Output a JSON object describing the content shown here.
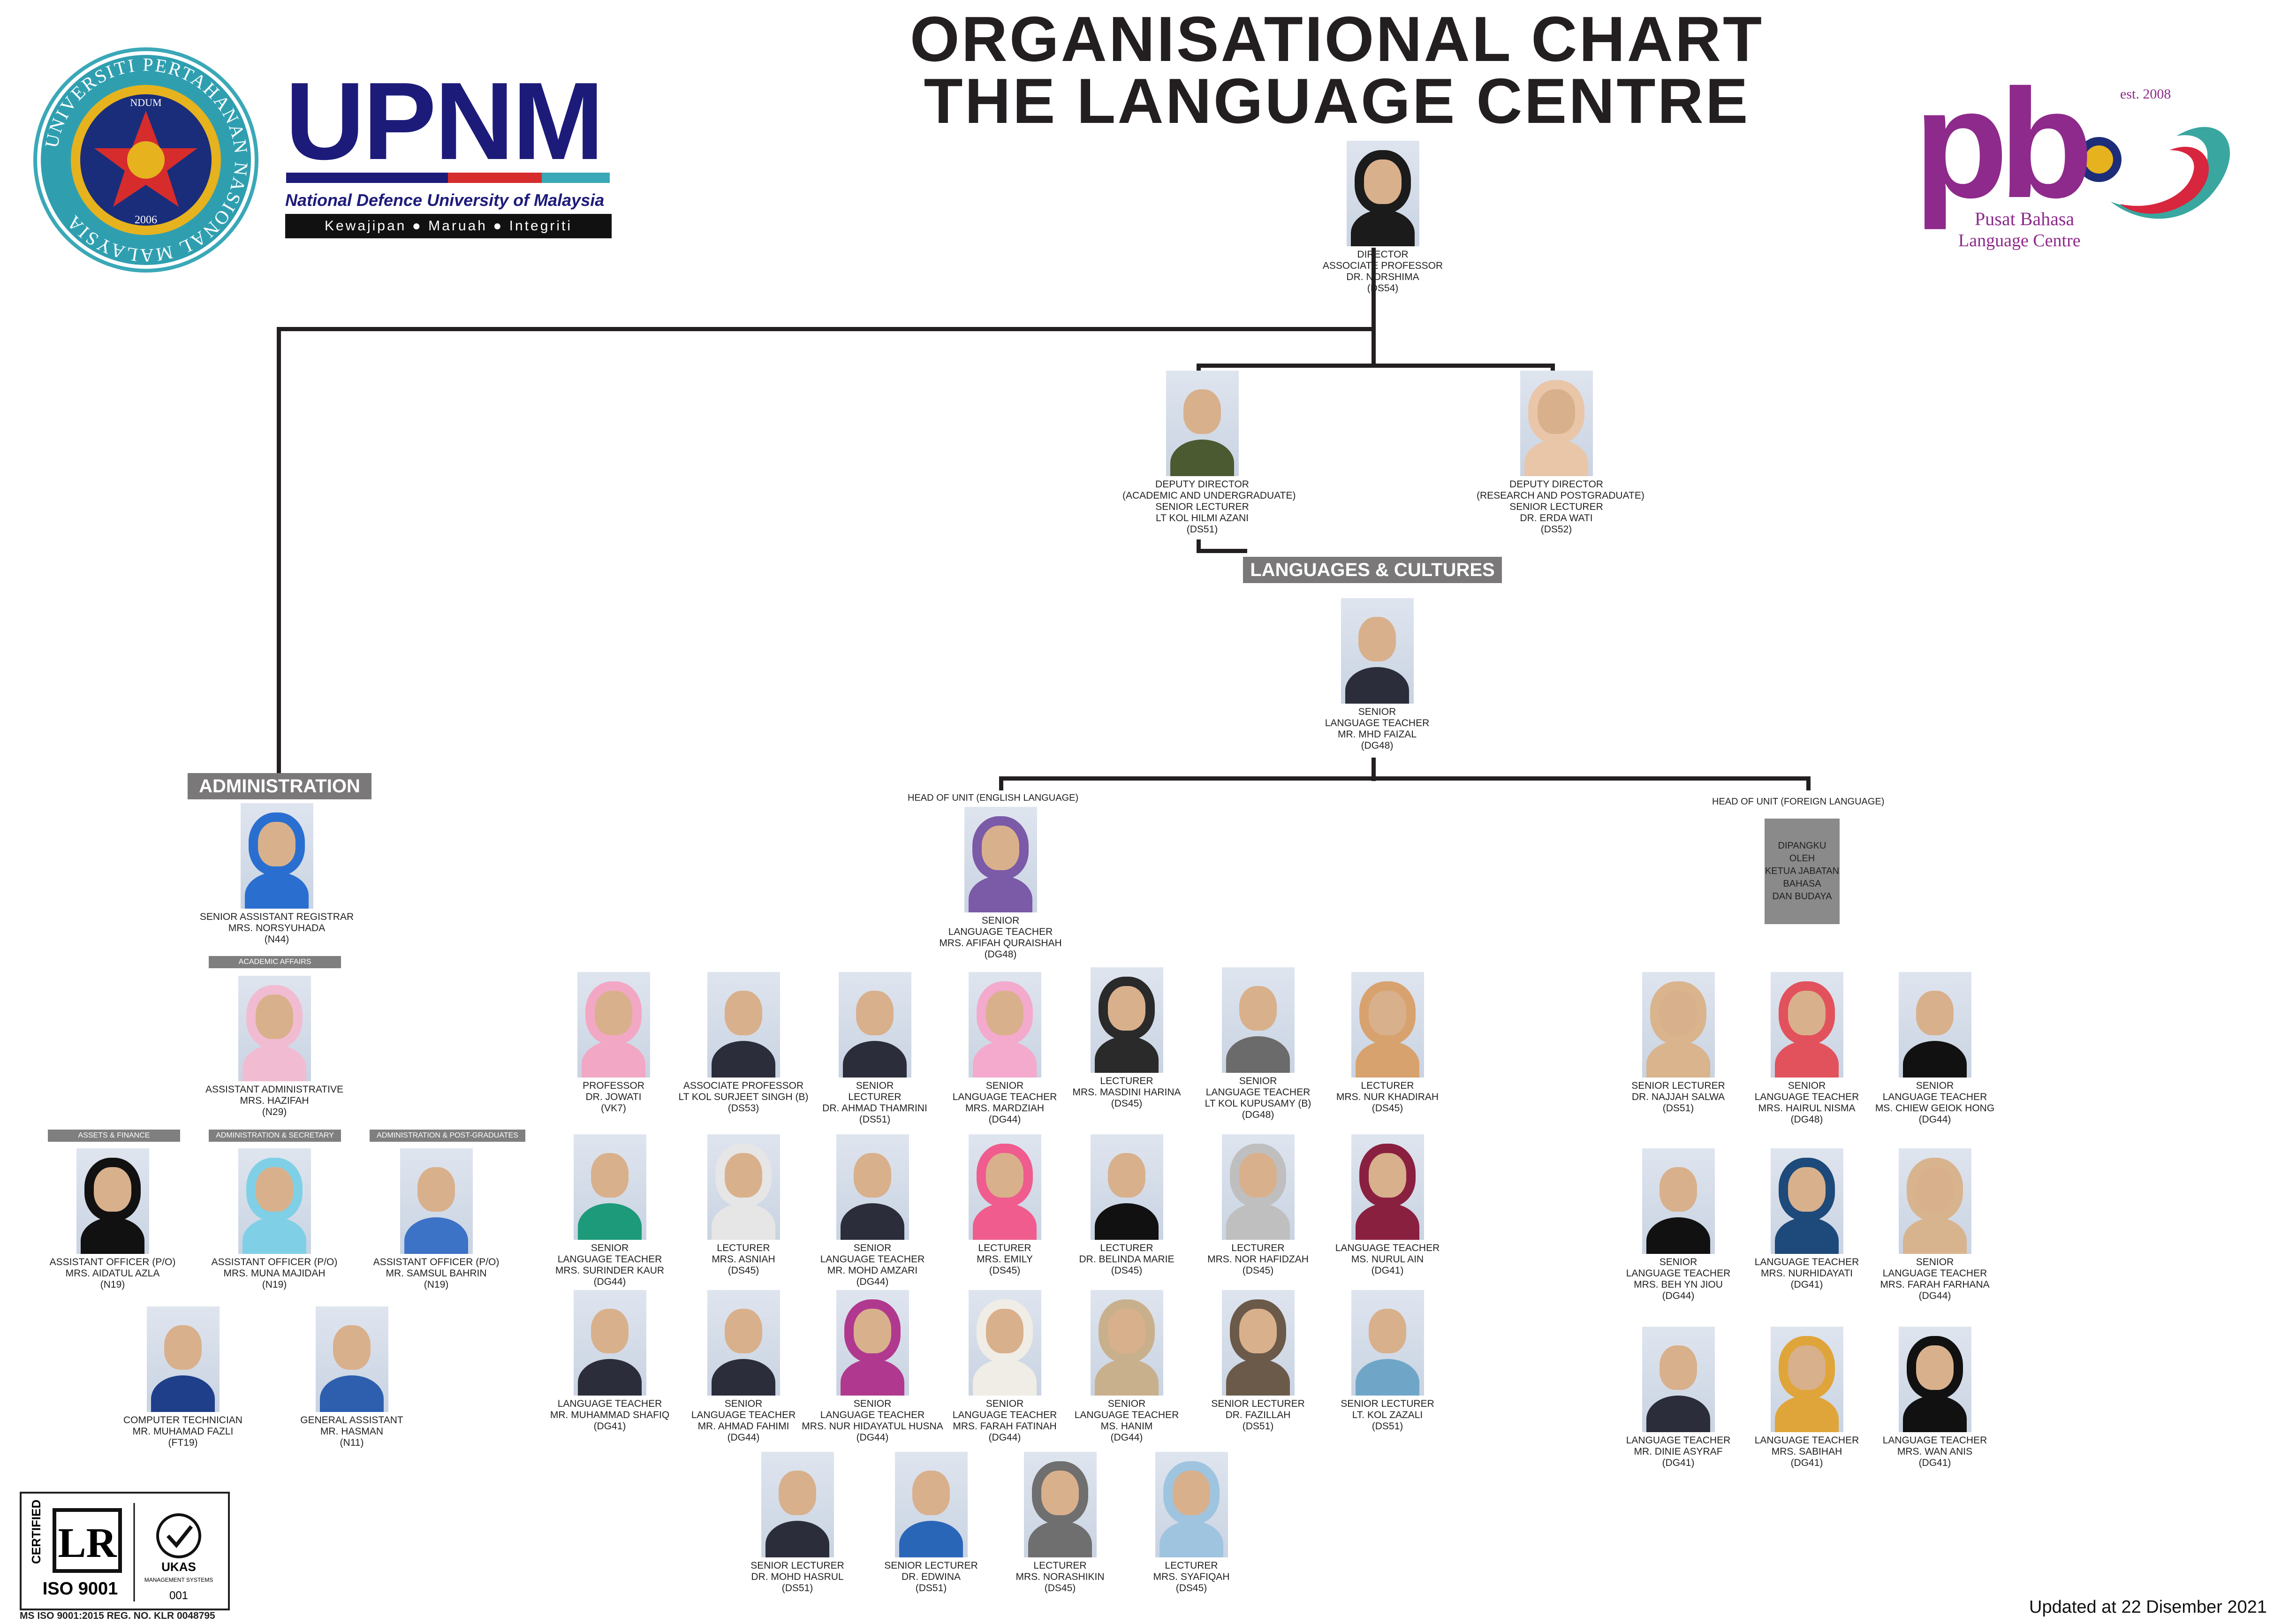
{
  "header": {
    "title_line1": "ORGANISATIONAL CHART",
    "title_line2": "THE LANGUAGE CENTRE"
  },
  "logos": {
    "upnm_seal_text": "UNIVERSITI PERTAHANAN NASIONAL MALAYSIA",
    "upnm_seal_badge": "NDUM",
    "upnm_seal_year": "2006",
    "upnm_wordmark": "UPNM",
    "upnm_subtitle": "National Defence University of Malaysia",
    "upnm_motto": "Kewajipan ● Maruah ● Integriti",
    "pb_wordmark": "pb",
    "pb_est": "est. 2008",
    "pb_line1": "Pusat Bahasa",
    "pb_line2": "Language Centre",
    "iso_certified": "CERTIFIED",
    "iso_lr": "LR",
    "iso_label": "ISO 9001",
    "ukas_label": "UKAS",
    "ukas_sub": "MANAGEMENT SYSTEMS",
    "ukas_num": "001",
    "iso_reg": "MS ISO 9001:2015 REG. NO. KLR 0048795"
  },
  "sections": {
    "administration": "ADMINISTRATION",
    "languages": "LANGUAGES & CULTURES",
    "academic_affairs": "ACADEMIC AFFAIRS",
    "assets_finance": "ASSETS & FINANCE",
    "admin_secretary": "ADMINISTRATION & SECRETARY",
    "admin_postgrad": "ADMINISTRATION & POST-GRADUATES",
    "head_english": "HEAD OF UNIT (ENGLISH LANGUAGE)",
    "head_foreign": "HEAD OF UNIT (FOREIGN LANGUAGE)",
    "vacant": [
      "DIPANGKU OLEH",
      "KETUA JABATAN",
      "BAHASA",
      "DAN BUDAYA"
    ]
  },
  "colors": {
    "line": "#231f20",
    "section_bar": "#7a7878",
    "upnm_blue": "#1d1b7a",
    "pb_purple": "#8e2a8b",
    "pb_teal": "#3aa6a0",
    "pb_red": "#d7263d"
  },
  "people": [
    {
      "id": "director",
      "lines": [
        "DIRECTOR",
        "ASSOCIATE PROFESSOR",
        "DR. NORSHIMA",
        "(DS54)"
      ],
      "hijab": "#1b1b1b"
    },
    {
      "id": "deputy_academic",
      "lines": [
        "DEPUTY DIRECTOR",
        "(ACADEMIC AND UNDERGRADUATE)",
        "SENIOR LECTURER",
        "LT KOL HILMI AZANI",
        "(DS51)"
      ],
      "body": "#4c5a32"
    },
    {
      "id": "deputy_research",
      "lines": [
        "DEPUTY DIRECTOR",
        "(RESEARCH AND POSTGRADUATE)",
        "SENIOR LECTURER",
        "DR. ERDA WATI",
        "(DS52)"
      ],
      "hijab": "#e9c6a8"
    },
    {
      "id": "lc_head",
      "lines": [
        "SENIOR",
        "LANGUAGE TEACHER",
        "MR. MHD FAIZAL",
        "(DG48)"
      ]
    },
    {
      "id": "admin_head",
      "lines": [
        "SENIOR ASSISTANT REGISTRAR",
        "MRS. NORSYUHADA",
        "(N44)"
      ],
      "hijab": "#2a6fd0"
    },
    {
      "id": "academic_affairs",
      "lines": [
        "ASSISTANT ADMINISTRATIVE",
        "MRS. HAZIFAH",
        "(N29)"
      ],
      "hijab": "#f1bcd2"
    },
    {
      "id": "assets",
      "lines": [
        "ASSISTANT OFFICER (P/O)",
        "MRS. AIDATUL AZLA",
        "(N19)"
      ],
      "hijab": "#111111"
    },
    {
      "id": "secretary",
      "lines": [
        "ASSISTANT OFFICER (P/O)",
        "MRS. MUNA MAJIDAH",
        "(N19)"
      ],
      "hijab": "#7fd0e6"
    },
    {
      "id": "postgrad",
      "lines": [
        "ASSISTANT OFFICER (P/O)",
        "MR. SAMSUL BAHRIN",
        "(N19)"
      ],
      "body": "#3d73c7"
    },
    {
      "id": "technician",
      "lines": [
        "COMPUTER TECHNICIAN",
        "MR. MUHAMAD FAZLI",
        "(FT19)"
      ],
      "body": "#1f3f8a"
    },
    {
      "id": "general",
      "lines": [
        "GENERAL ASSISTANT",
        "MR. HASMAN",
        "(N11)"
      ],
      "body": "#2d5fae"
    },
    {
      "id": "head_english",
      "lines": [
        "SENIOR",
        "LANGUAGE TEACHER",
        "MRS. AFIFAH QURAISHAH",
        "(DG48)"
      ],
      "hijab": "#7b5aa8"
    },
    {
      "id": "e1",
      "lines": [
        "PROFESSOR",
        "DR. JOWATI",
        "(VK7)"
      ],
      "hijab": "#f2a7c4"
    },
    {
      "id": "e2",
      "lines": [
        "ASSOCIATE PROFESSOR",
        "LT KOL SURJEET SINGH (B)",
        "(DS53)"
      ]
    },
    {
      "id": "e3",
      "lines": [
        "SENIOR",
        "LECTURER",
        "DR. AHMAD THAMRINI",
        "(DS51)"
      ]
    },
    {
      "id": "e4",
      "lines": [
        "SENIOR",
        "LANGUAGE TEACHER",
        "MRS. MARDZIAH",
        "(DG44)"
      ],
      "hijab": "#f3aacd"
    },
    {
      "id": "e5",
      "lines": [
        "LECTURER",
        "MRS. MASDINI HARINA",
        "(DS45)"
      ],
      "hijab": "#2a2a2a"
    },
    {
      "id": "e6",
      "lines": [
        "SENIOR",
        "LANGUAGE TEACHER",
        "LT KOL KUPUSAMY (B)",
        "(DG48)"
      ],
      "body": "#6b6b6b"
    },
    {
      "id": "e7",
      "lines": [
        "LECTURER",
        "MRS. NUR KHADIRAH",
        "(DS45)"
      ],
      "hijab": "#d8a26e"
    },
    {
      "id": "e8",
      "lines": [
        "SENIOR",
        "LANGUAGE TEACHER",
        "MRS. SURINDER KAUR",
        "(DG44)"
      ],
      "body": "#1d9a7a"
    },
    {
      "id": "e9",
      "lines": [
        "LECTURER",
        "MRS. ASNIAH",
        "(DS45)"
      ],
      "hijab": "#e6e6e6"
    },
    {
      "id": "e10",
      "lines": [
        "SENIOR",
        "LANGUAGE TEACHER",
        "MR. MOHD AMZARI",
        "(DG44)"
      ]
    },
    {
      "id": "e11",
      "lines": [
        "LECTURER",
        "MRS. EMILY",
        "(DS45)"
      ],
      "hijab": "#ef5c8d"
    },
    {
      "id": "e12",
      "lines": [
        "LECTURER",
        "DR. BELINDA MARIE",
        "(DS45)"
      ],
      "body": "#111111"
    },
    {
      "id": "e13",
      "lines": [
        "LECTURER",
        "MRS. NOR HAFIDZAH",
        "(DS45)"
      ],
      "hijab": "#bfbfbf"
    },
    {
      "id": "e14",
      "lines": [
        "LANGUAGE TEACHER",
        "MS. NURUL AIN",
        "(DG41)"
      ],
      "hijab": "#8a2040"
    },
    {
      "id": "e15",
      "lines": [
        "LANGUAGE TEACHER",
        "MR. MUHAMMAD SHAFIQ",
        "(DG41)"
      ]
    },
    {
      "id": "e16",
      "lines": [
        "SENIOR",
        "LANGUAGE TEACHER",
        "MR. AHMAD FAHIMI",
        "(DG44)"
      ]
    },
    {
      "id": "e17",
      "lines": [
        "SENIOR",
        "LANGUAGE TEACHER",
        "MRS. NUR HIDAYATUL HUSNA",
        "(DG44)"
      ],
      "hijab": "#b0398f"
    },
    {
      "id": "e18",
      "lines": [
        "SENIOR",
        "LANGUAGE TEACHER",
        "MRS. FARAH FATINAH",
        "(DG44)"
      ],
      "hijab": "#f0ede6"
    },
    {
      "id": "e19",
      "lines": [
        "SENIOR",
        "LANGUAGE TEACHER",
        "MS. HANIM",
        "(DG44)"
      ],
      "hijab": "#c9b08c"
    },
    {
      "id": "e20",
      "lines": [
        "SENIOR LECTURER",
        "DR. FAZILLAH",
        "(DS51)"
      ],
      "hijab": "#6b5a4a"
    },
    {
      "id": "e21",
      "lines": [
        "SENIOR LECTURER",
        "LT. KOL ZAZALI",
        "(DS51)"
      ],
      "body": "#6fa6c8"
    },
    {
      "id": "e22",
      "lines": [
        "SENIOR LECTURER",
        "DR. MOHD HASRUL",
        "(DS51)"
      ]
    },
    {
      "id": "e23",
      "lines": [
        "SENIOR LECTURER",
        "DR. EDWINA",
        "(DS51)"
      ],
      "body": "#2a66b8"
    },
    {
      "id": "e24",
      "lines": [
        "LECTURER",
        "MRS. NORASHIKIN",
        "(DS45)"
      ],
      "hijab": "#6f6f6f"
    },
    {
      "id": "e25",
      "lines": [
        "LECTURER",
        "MRS. SYAFIQAH",
        "(DS45)"
      ],
      "hijab": "#9fc4e0"
    },
    {
      "id": "f1",
      "lines": [
        "SENIOR LECTURER",
        "DR. NAJJAH SALWA",
        "(DS51)"
      ],
      "hijab": "#d9b48c"
    },
    {
      "id": "f2",
      "lines": [
        "SENIOR",
        "LANGUAGE TEACHER",
        "MRS. HAIRUL NISMA",
        "(DG48)"
      ],
      "hijab": "#e2525c"
    },
    {
      "id": "f3",
      "lines": [
        "SENIOR",
        "LANGUAGE TEACHER",
        "MS. CHIEW GEIOK HONG",
        "(DG44)"
      ],
      "body": "#111111"
    },
    {
      "id": "f4",
      "lines": [
        "SENIOR",
        "LANGUAGE TEACHER",
        "MRS. BEH YN JIOU",
        "(DG44)"
      ],
      "body": "#111111"
    },
    {
      "id": "f5",
      "lines": [
        "LANGUAGE TEACHER",
        "MRS. NURHIDAYATI",
        "(DG41)"
      ],
      "hijab": "#1d4a7a"
    },
    {
      "id": "f6",
      "lines": [
        "SENIOR",
        "LANGUAGE TEACHER",
        "MRS. FARAH FARHANA",
        "(DG44)"
      ],
      "hijab": "#d8b48e"
    },
    {
      "id": "f7",
      "lines": [
        "LANGUAGE TEACHER",
        "MR. DINIE ASYRAF",
        "(DG41)"
      ]
    },
    {
      "id": "f8",
      "lines": [
        "LANGUAGE TEACHER",
        "MRS. SABIHAH",
        "(DG41)"
      ],
      "hijab": "#e0a53a"
    },
    {
      "id": "f9",
      "lines": [
        "LANGUAGE TEACHER",
        "MRS. WAN ANIS",
        "(DG41)"
      ],
      "hijab": "#111111"
    }
  ],
  "footer": {
    "updated": "Updated at 22 Disember 2021"
  }
}
